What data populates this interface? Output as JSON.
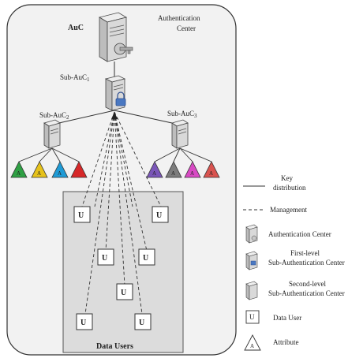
{
  "center": {
    "title_line1": "Authentication",
    "title_line2": "Center",
    "auc_label": "AuC"
  },
  "nodes": {
    "sub_auc_1": "Sub-AuC",
    "sub_auc_1_sub": "1",
    "sub_auc_2": "Sub-AuC",
    "sub_auc_2_sub": "2",
    "sub_auc_3": "Sub-AuC",
    "sub_auc_3_sub": "3"
  },
  "attributes": {
    "symbol": "A",
    "left_colors": [
      "#2ea043",
      "#e6c21a",
      "#1f9bd6",
      "#d62728"
    ],
    "right_colors": [
      "#7a56b8",
      "#7c7c7c",
      "#d84ac4",
      "#d9534f"
    ]
  },
  "users": {
    "symbol": "U",
    "area_label": "Data Users"
  },
  "legend": {
    "key_distribution": "Key distribution",
    "key_line1": "Key",
    "key_line2": "distribution",
    "management": "Management",
    "authentication_center": "Authentication Center",
    "first_level_line1": "First-level",
    "first_level_line2": "Sub-Authentication Center",
    "second_level_line1": "Second-level",
    "second_level_line2": "Sub-Authentication Center",
    "data_user": "Data User",
    "attribute": "Attribute"
  }
}
